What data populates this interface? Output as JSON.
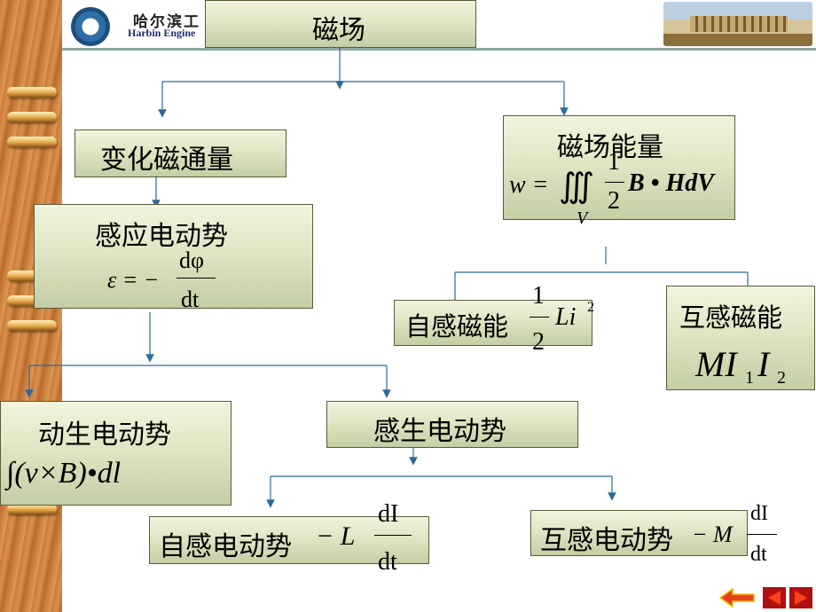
{
  "header": {
    "logo_text_cn": "哈尔滨工",
    "logo_text_en": "Harbin Engine"
  },
  "nodes": {
    "root": "磁场",
    "flux_change": "变化磁通量",
    "induced_emf": "感应电动势",
    "magnetic_energy": "磁场能量",
    "self_energy": "自感磁能",
    "mutual_energy": "互感磁能",
    "motional_emf": "动生电动势",
    "induced_electric_emf": "感生电动势",
    "self_emf": "自感电动势",
    "mutual_emf": "互感电动势"
  },
  "formulas": {
    "faraday": {
      "lhs": "ε = −",
      "num": "dφ",
      "den": "dt"
    },
    "energy_density": {
      "lhs": "w =",
      "integral": "∭",
      "sub": "V",
      "num": "1",
      "den": "2",
      "rhs": "B • HdV"
    },
    "self_energy": {
      "num": "1",
      "den": "2",
      "rhs": "Li",
      "sup": "2"
    },
    "mutual_energy": {
      "m": "MI",
      "sub1": "1",
      "i": "I",
      "sub2": "2"
    },
    "motional": {
      "text": "∫(v×B)•dl"
    },
    "self_emf": {
      "lhs": "− L",
      "num": "dI",
      "den": "dt"
    },
    "mutual_emf": {
      "lhs": "− M",
      "num": "dI",
      "den": "dt"
    }
  },
  "colors": {
    "box_fill": "#dfe6c4",
    "arrow": "#2b6a9b",
    "wood": "#c87a3a"
  },
  "nav_icons": [
    "back-arrow-icon",
    "prev-icon",
    "next-icon"
  ]
}
